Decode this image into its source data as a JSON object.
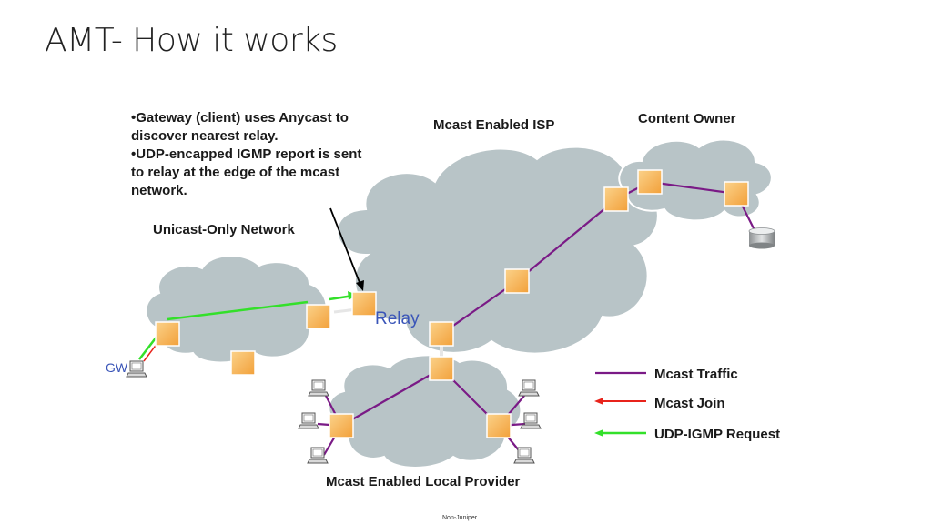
{
  "title": "AMT- How it works",
  "bullets": [
    "•Gateway (client) uses Anycast to discover nearest relay.",
    "•UDP-encapped IGMP report is sent to relay at the edge of the mcast network."
  ],
  "networks": {
    "unicast": "Unicast-Only Network",
    "isp": "Mcast Enabled ISP",
    "content": "Content Owner",
    "local": "Mcast Enabled Local Provider"
  },
  "labels": {
    "relay": "Relay",
    "gw": "GW"
  },
  "legend": [
    {
      "label": "Mcast Traffic",
      "color": "#7a1a86"
    },
    {
      "label": "Mcast Join",
      "color": "#e8231b"
    },
    {
      "label": "UDP-IGMP Request",
      "color": "#33e02a"
    }
  ],
  "footer": "Non-Juniper",
  "colors": {
    "cloud_fill": "#b8c4c7",
    "cloud_stroke": "#ffffff",
    "router": "#f6b24e",
    "mcast": "#7a1a86",
    "udp": "#33e02a",
    "join": "#e8231b"
  }
}
